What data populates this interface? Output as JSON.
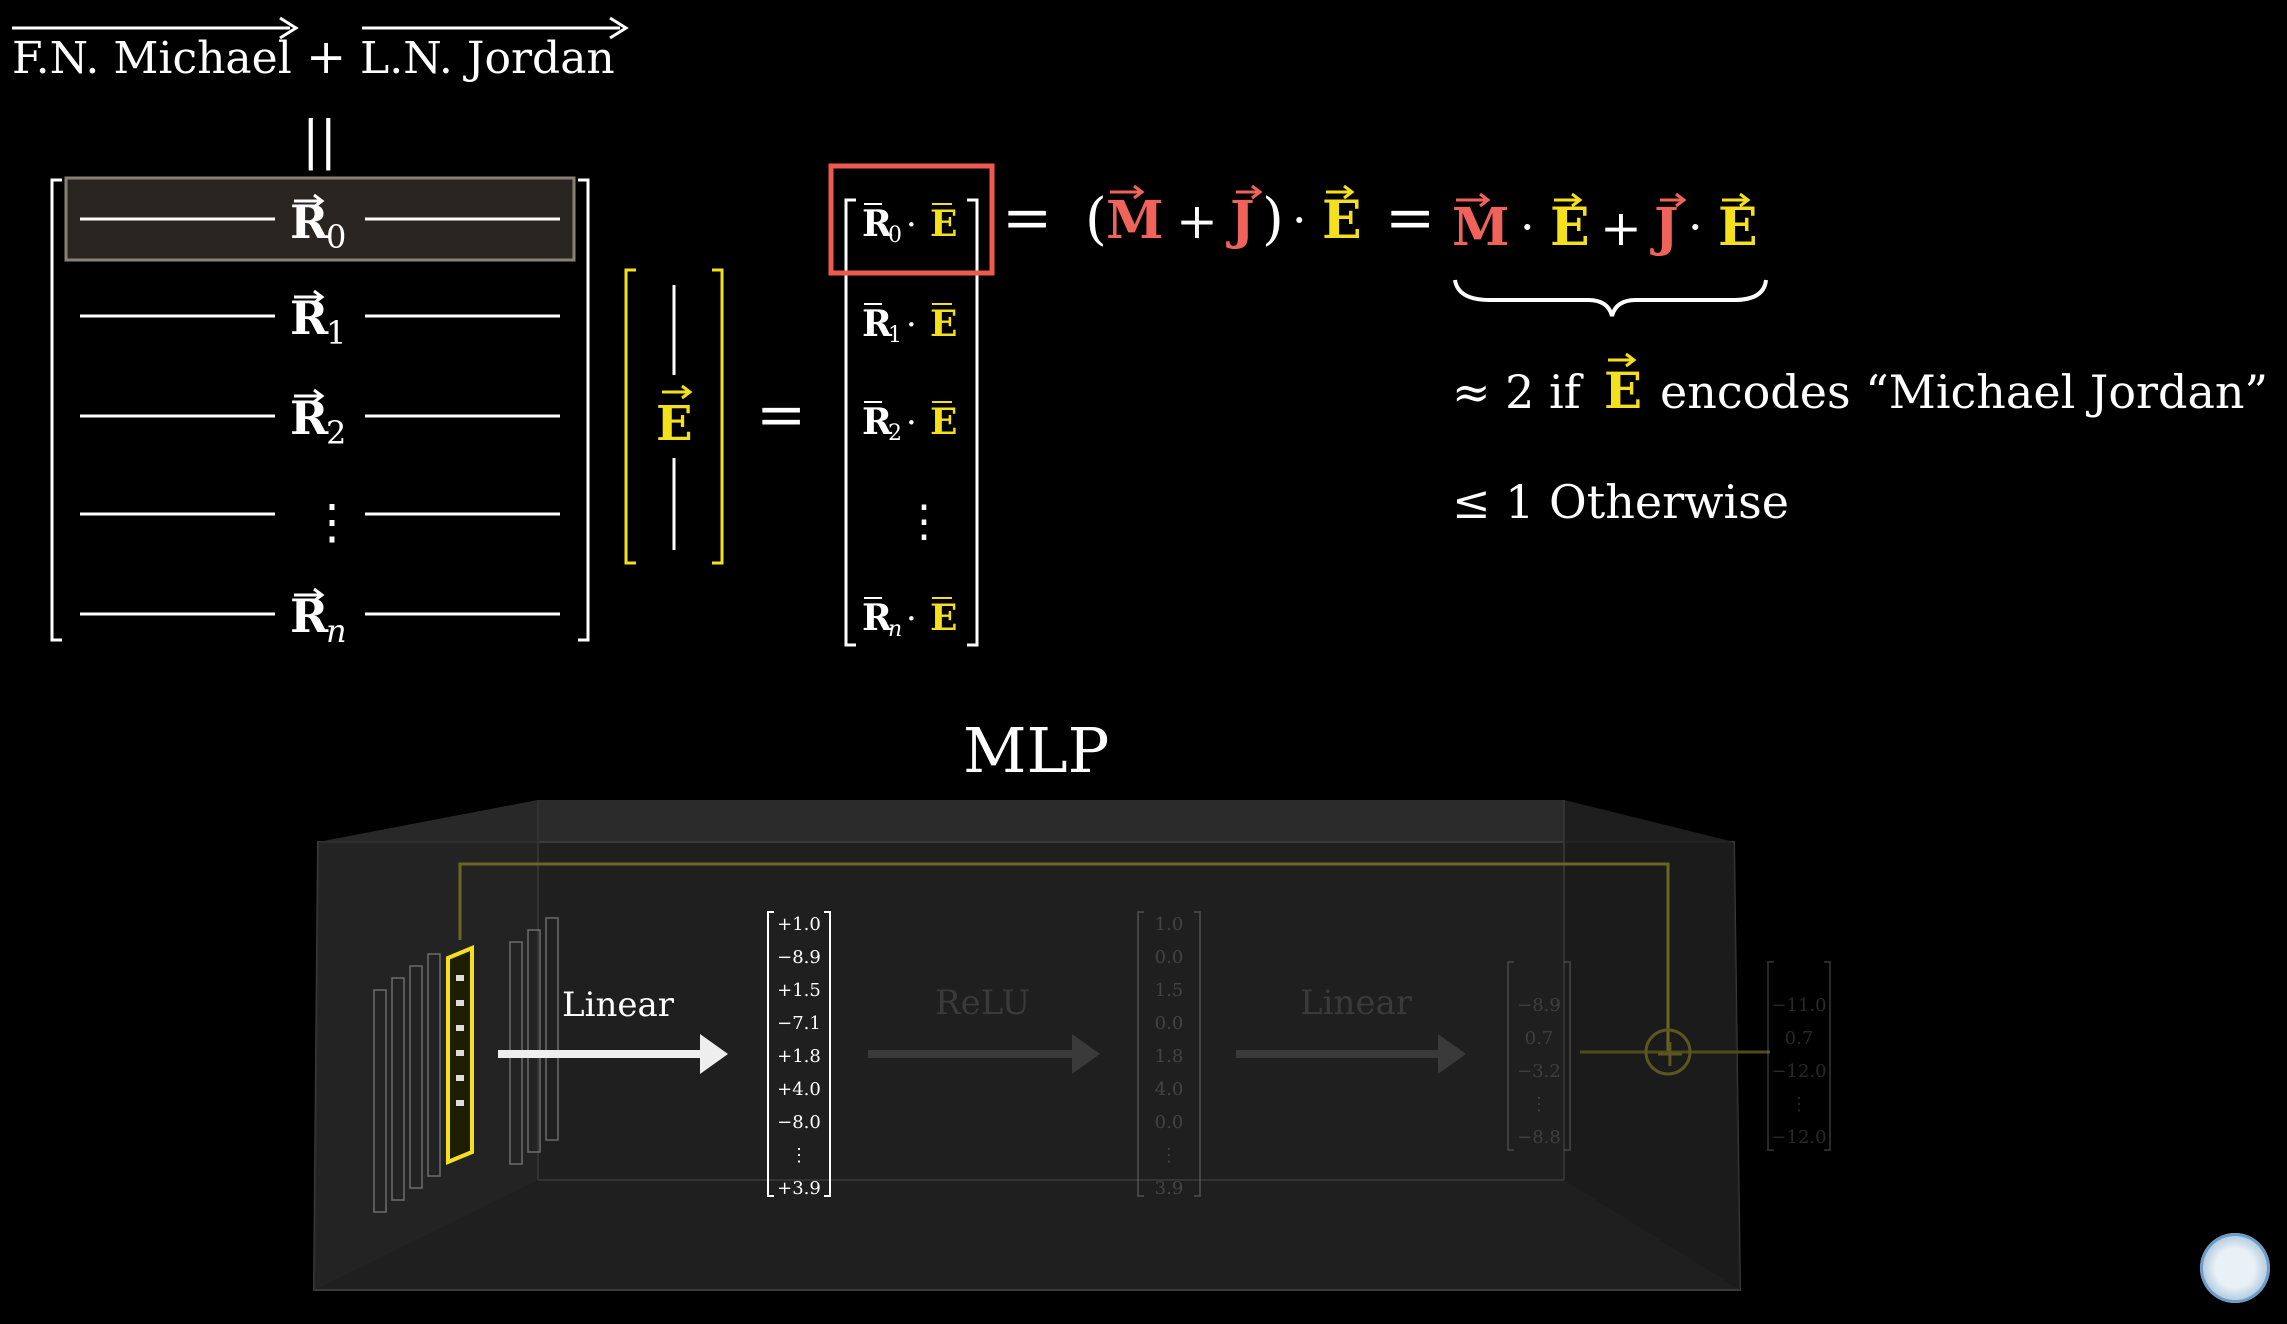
{
  "top_equation": {
    "fn_label": "F.N. Michael",
    "plus": "+",
    "ln_label": "L.N. Jordan",
    "equals_vertical": "||"
  },
  "matrix_rows": {
    "r0": {
      "base": "R",
      "sub": "0"
    },
    "r1": {
      "base": "R",
      "sub": "1"
    },
    "r2": {
      "base": "R",
      "sub": "2"
    },
    "vdots": "⋮",
    "rn": {
      "base": "R",
      "sub": "n"
    }
  },
  "embedding": {
    "symbol": "E"
  },
  "equals": "=",
  "result_vector": {
    "row0": {
      "r": "R",
      "sub": "0",
      "dot": "·",
      "e": "E"
    },
    "row1": {
      "r": "R",
      "sub": "1",
      "dot": "·",
      "e": "E"
    },
    "row2": {
      "r": "R",
      "sub": "2",
      "dot": "·",
      "e": "E"
    },
    "vdots": "⋮",
    "rown": {
      "r": "R",
      "sub": "n",
      "dot": "·",
      "e": "E"
    }
  },
  "expansion": {
    "equals1": "=",
    "lparen": "(",
    "m": "M",
    "plus": "+",
    "j": "J",
    "rparen": ")",
    "dot": "·",
    "e": "E",
    "equals2": "=",
    "m2": "M",
    "dot2": "·",
    "e2": "E",
    "plus2": "+",
    "j2": "J",
    "dot3": "·",
    "e3": "E"
  },
  "conditions": {
    "approx_prefix": "≈ 2 if",
    "approx_e": "E",
    "approx_suffix": "encodes “Michael Jordan”",
    "otherwise": "≤ 1 Otherwise"
  },
  "mlp": {
    "title": "MLP",
    "linear1": "Linear",
    "relu": "ReLU",
    "linear2": "Linear",
    "plus_symbol": "+",
    "vector1": [
      "+1.0",
      "−8.9",
      "+1.5",
      "−7.1",
      "+1.8",
      "+4.0",
      "−8.0",
      "⋮",
      "+3.9"
    ],
    "vector2": [
      "1.0",
      "0.0",
      "1.5",
      "0.0",
      "1.8",
      "4.0",
      "0.0",
      "⋮",
      "3.9"
    ],
    "vector3": [
      "",
      "−8.9",
      "0.7",
      "−3.2",
      "⋮",
      "−8.8"
    ],
    "vector4": [
      "",
      "−11.0",
      "0.7",
      "−12.0",
      "⋮",
      "−12.0"
    ]
  },
  "colors": {
    "red": "#f0635a",
    "yellow": "#f5e01e",
    "highlight_box": "#ee5a4f",
    "white": "#ffffff"
  }
}
